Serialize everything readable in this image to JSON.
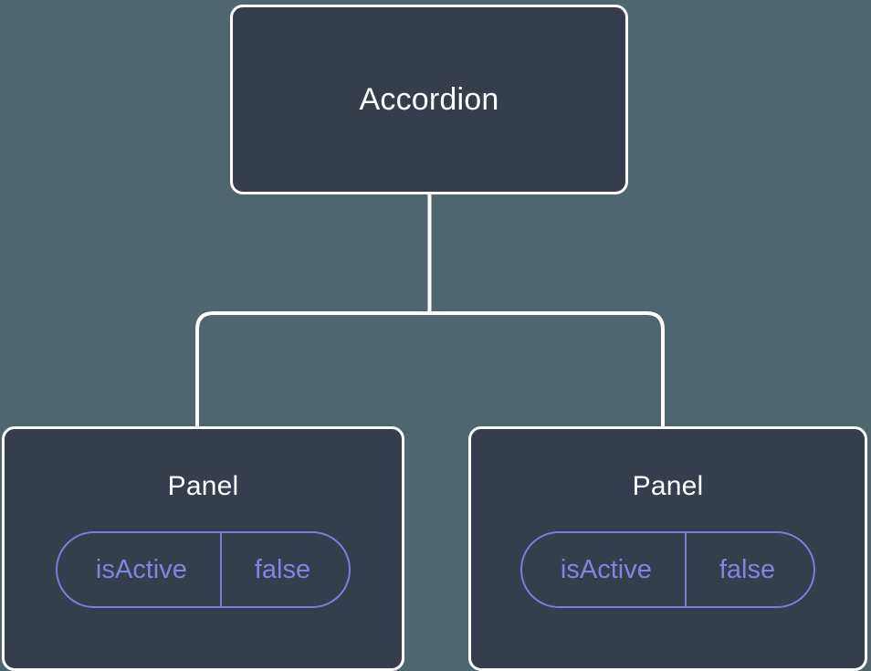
{
  "diagram": {
    "type": "component-tree",
    "background_color": "#4d6670",
    "node_fill_color": "#363d4c",
    "node_border_color": "#ffffff",
    "accent_color": "#7a80d8",
    "root": {
      "title": "Accordion"
    },
    "children": [
      {
        "title": "Panel",
        "props": [
          {
            "key": "isActive",
            "value": "false"
          }
        ]
      },
      {
        "title": "Panel",
        "props": [
          {
            "key": "isActive",
            "value": "false"
          }
        ]
      }
    ]
  }
}
